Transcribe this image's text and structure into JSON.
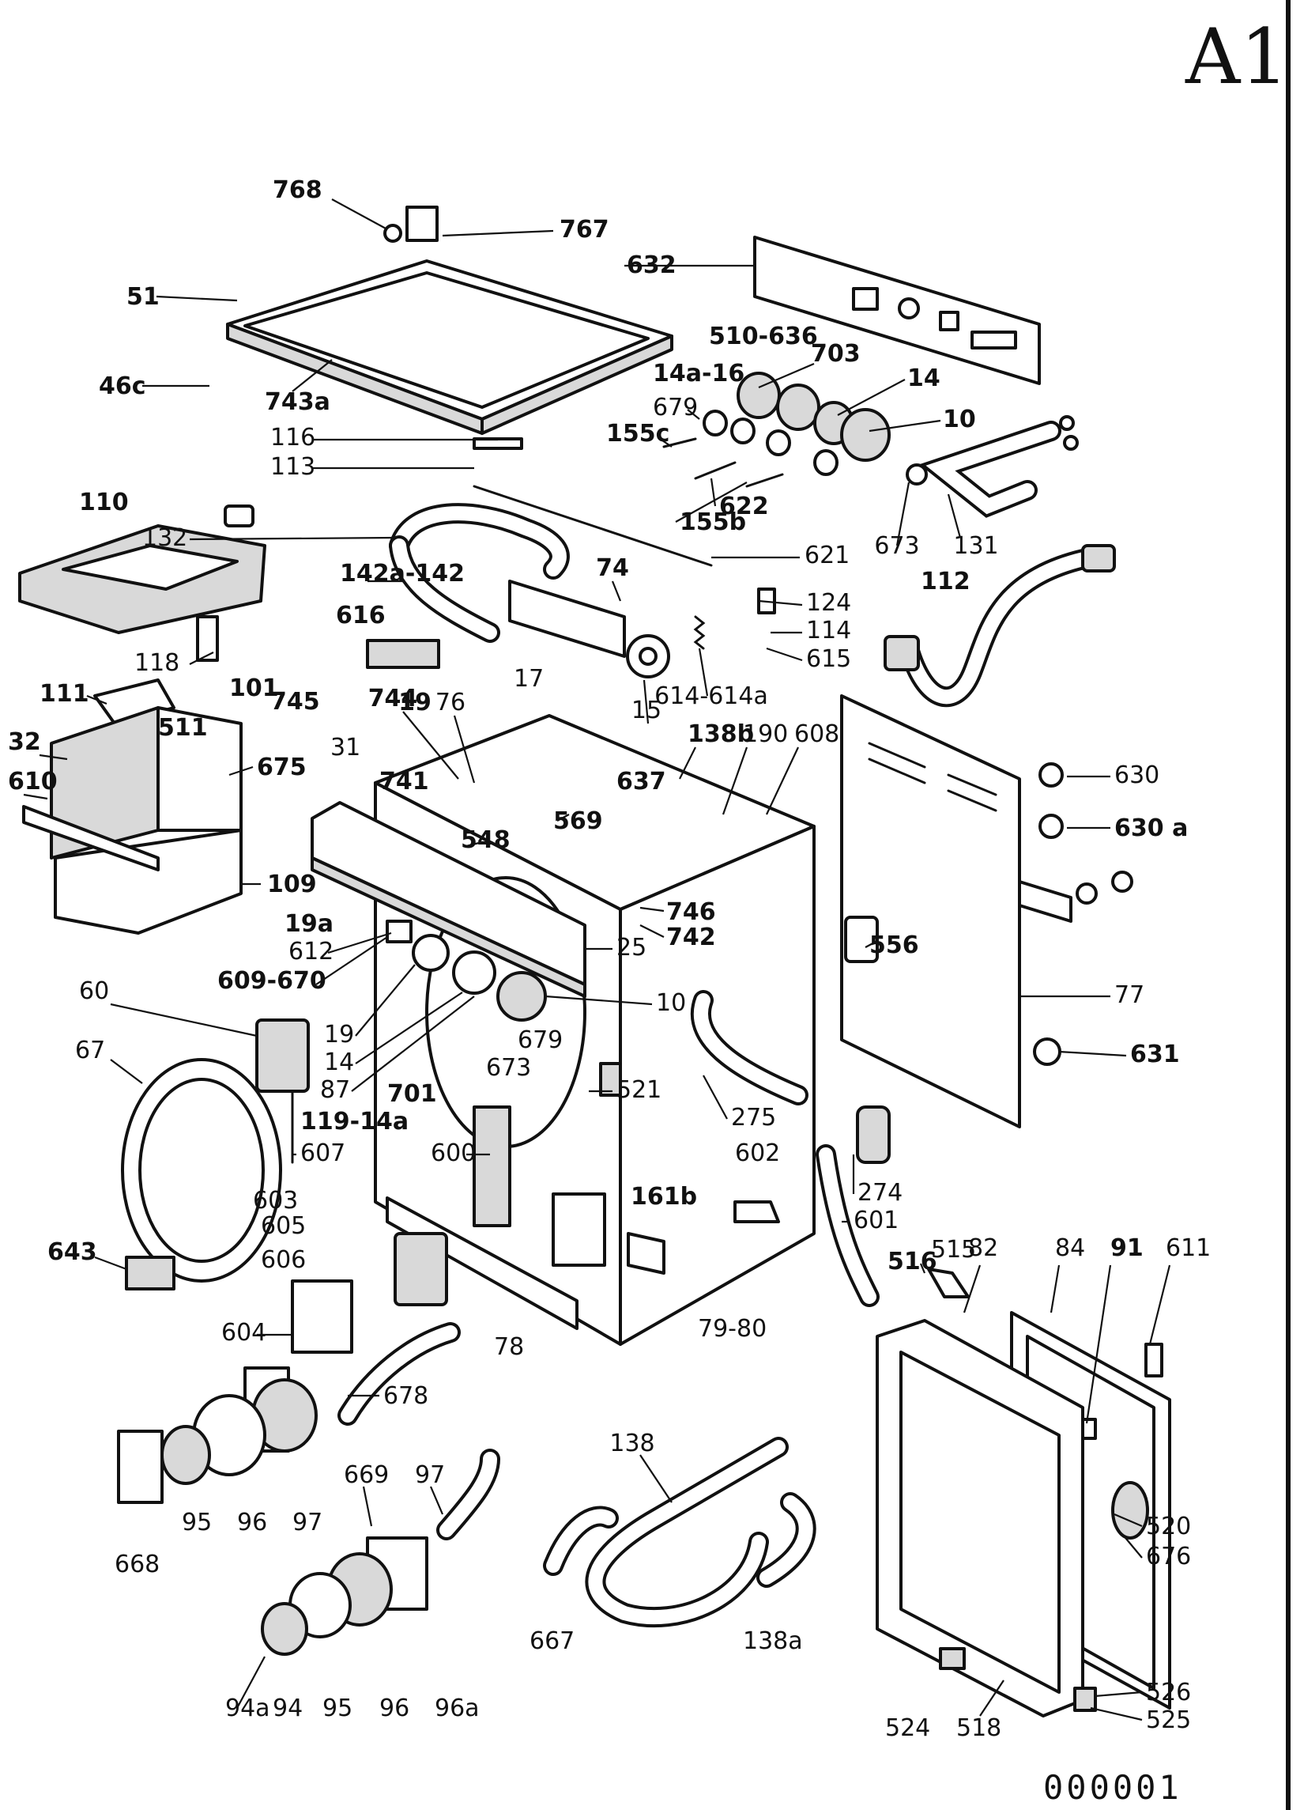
{
  "sheet_code": "A1",
  "drawing_number": "000001",
  "colors": {
    "ink": "#111111",
    "paper": "#ffffff",
    "shade": "#d9d9d9"
  },
  "callouts": [
    "768",
    "767",
    "632",
    "51",
    "510-636",
    "703",
    "14a-16",
    "14",
    "46c",
    "743a",
    "679",
    "155c",
    "10",
    "116",
    "113",
    "110",
    "622",
    "155b",
    "673",
    "131",
    "132",
    "621",
    "112",
    "142a-142",
    "74",
    "124",
    "114",
    "615",
    "616",
    "17",
    "614-614a",
    "118",
    "111",
    "511",
    "101",
    "745",
    "744",
    "19",
    "76",
    "15",
    "138b",
    "190",
    "608",
    "630",
    "32",
    "675",
    "31",
    "741",
    "610",
    "637",
    "630 a",
    "548",
    "569",
    "109",
    "746",
    "742",
    "19a",
    "612",
    "25",
    "556",
    "609-670",
    "10",
    "77",
    "60",
    "19",
    "679",
    "14",
    "673",
    "87",
    "631",
    "67",
    "701",
    "521",
    "119-14a",
    "275",
    "607",
    "600",
    "602",
    "274",
    "603",
    "161b",
    "601",
    "605",
    "643",
    "516",
    "515",
    "82",
    "84",
    "91",
    "611",
    "606",
    "79-80",
    "604",
    "78",
    "678",
    "138",
    "97",
    "669",
    "95",
    "96",
    "97",
    "520",
    "676",
    "668",
    "667",
    "138a",
    "94a",
    "94",
    "95",
    "96",
    "96a",
    "526",
    "524",
    "518",
    "525"
  ]
}
